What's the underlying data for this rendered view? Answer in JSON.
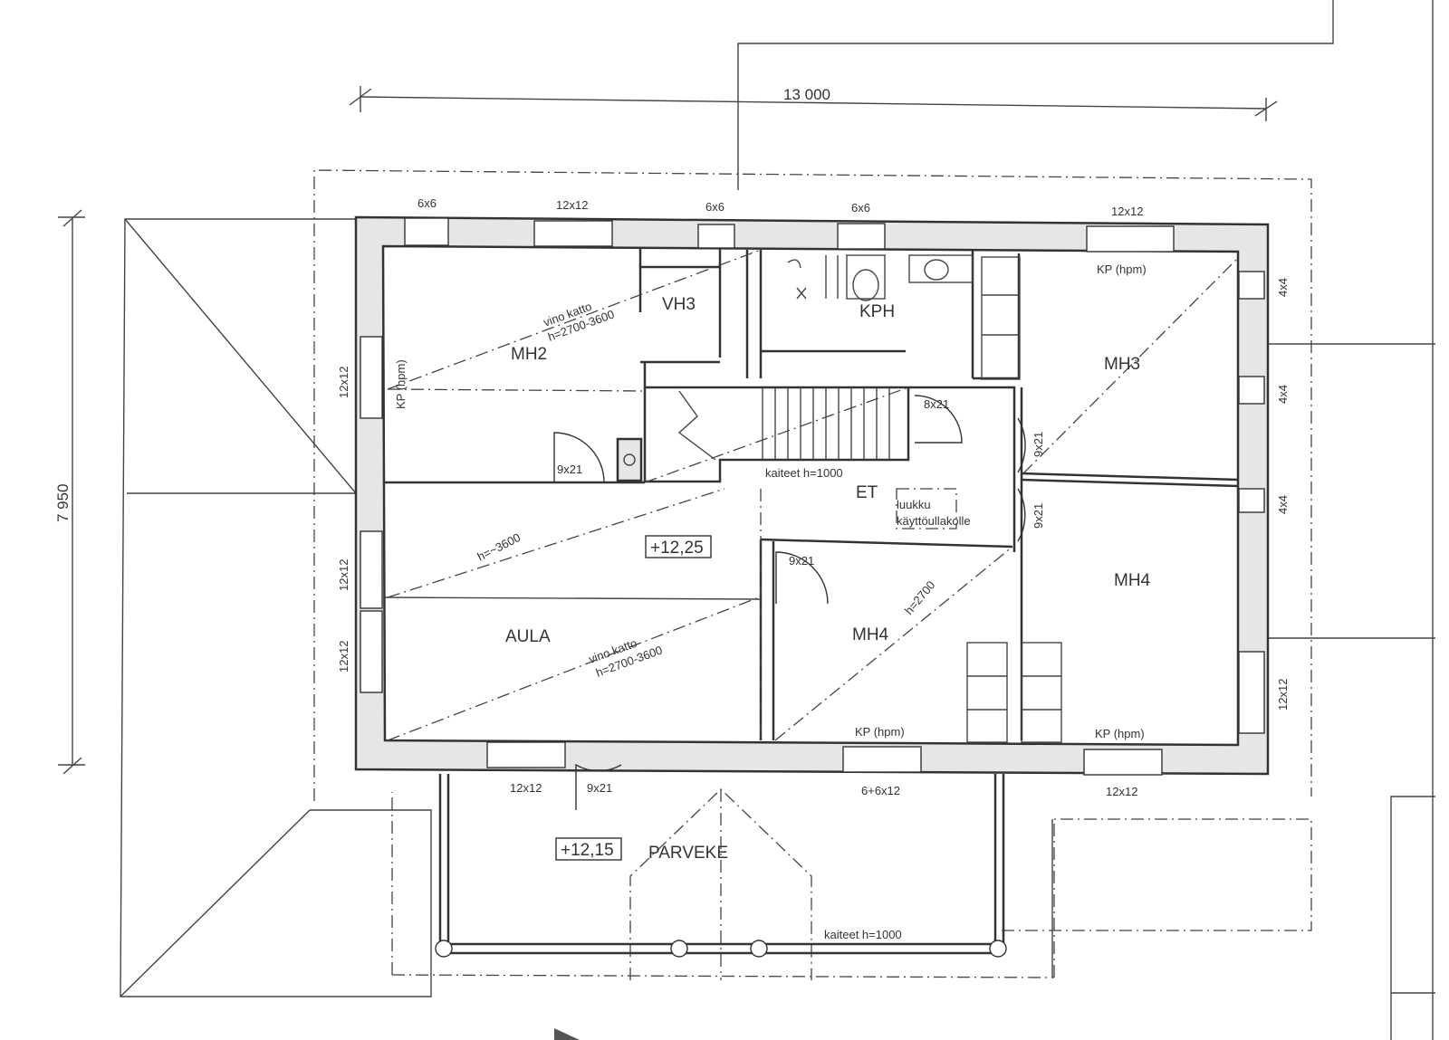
{
  "dimensions": {
    "width_label": "13 000",
    "height_label": "7 950"
  },
  "rooms": {
    "mh2": "MH2",
    "vh3": "VH3",
    "kph": "KPH",
    "mh3": "MH3",
    "et": "ET",
    "aula": "AULA",
    "mh4_left": "MH4",
    "mh4_right": "MH4",
    "parveke": "PARVEKE"
  },
  "levels": {
    "aula_level": "+12,25",
    "parveke_level": "+12,15"
  },
  "notes": {
    "vino_katto": "vino katto",
    "h_range": "h=2700-3600",
    "h_3600": "h=~3600",
    "h_2700": "h=2700",
    "kaiteet": "kaiteet h=1000",
    "luukku_line1": "luukku",
    "luukku_line2": "käyttöullakolle",
    "kp_hpm": "KP (hpm)"
  },
  "windows": {
    "w_6x6": "6x6",
    "w_12x12": "12x12",
    "w_4x4": "4x4",
    "w_6_6x12": "6+6x12"
  },
  "doors": {
    "d_9x21": "9x21",
    "d_8x21": "8x21"
  }
}
